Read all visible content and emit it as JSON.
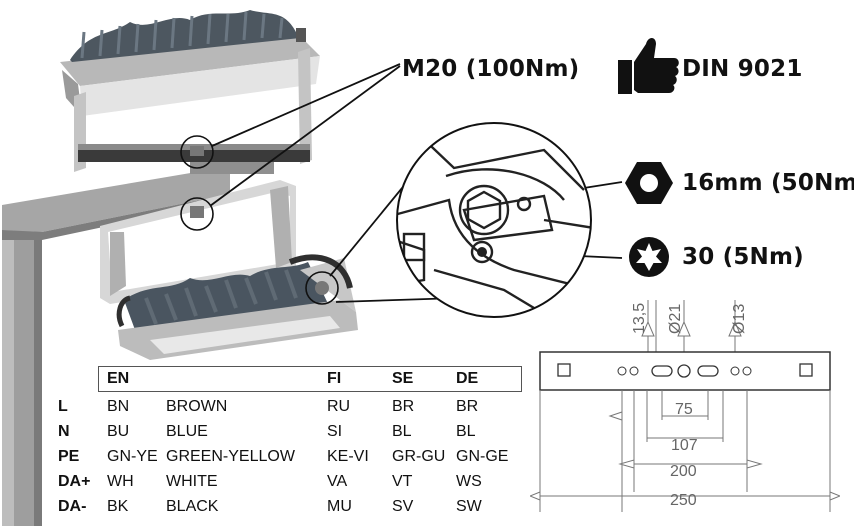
{
  "callouts": {
    "main_bolt": "M20 (100Nm)",
    "standard": "DIN 9021",
    "hex_bolt": "16mm (50Nm",
    "torx_screw": "30 (5Nm)"
  },
  "icons": [
    "thumbs-up-icon",
    "hexagon-icon",
    "torx-star-icon"
  ],
  "wiring_table": {
    "headers": [
      "EN",
      "",
      "FI",
      "SE",
      "DE"
    ],
    "rows": [
      {
        "label": "L",
        "en": "BN",
        "name": "BROWN",
        "fi": "RU",
        "se": "BR",
        "de": "BR"
      },
      {
        "label": "N",
        "en": "BU",
        "name": "BLUE",
        "fi": "SI",
        "se": "BL",
        "de": "BL"
      },
      {
        "label": "PE",
        "en": "GN-YE",
        "name": "GREEN-YELLOW",
        "fi": "KE-VI",
        "se": "GR-GU",
        "de": "GN-GE"
      },
      {
        "label": "DA+",
        "en": "WH",
        "name": "WHITE",
        "fi": "VA",
        "se": "VT",
        "de": "WS"
      },
      {
        "label": "DA-",
        "en": "BK",
        "name": "BLACK",
        "fi": "MU",
        "se": "SV",
        "de": "SW"
      }
    ]
  },
  "bracket_drawing": {
    "top_dims": [
      "13,5",
      "Ø21",
      "Ø13"
    ],
    "bottom_dims": [
      "75",
      "107",
      "200",
      "250"
    ]
  },
  "colors": {
    "ink": "#111111",
    "dim_line": "#777777",
    "metal": "#c9c9c9",
    "heatsink": "#4a5560"
  }
}
